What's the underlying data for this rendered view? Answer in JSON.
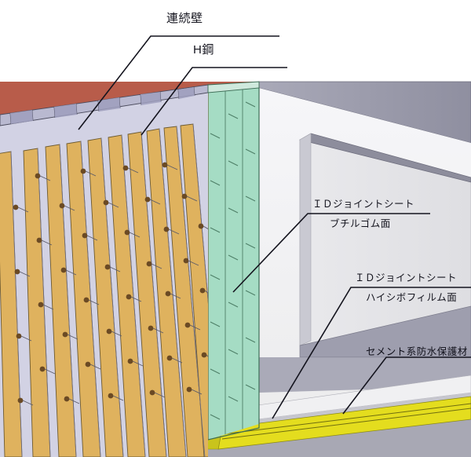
{
  "diagram": {
    "title_labels": {
      "continuous_wall": "連続壁",
      "h_steel": "H鋼"
    },
    "callouts": [
      {
        "id": "id-joint-sheet-butyl",
        "line1": "ＩＤジョイントシート",
        "line2": "ブチルゴム面"
      },
      {
        "id": "id-joint-sheet-film",
        "line1": "ＩＤジョイントシート",
        "line2": "ハイシボフィルム面"
      }
    ],
    "cement_protection": "セメント系防水保護材",
    "colors": {
      "ground_soil": "#b85c4a",
      "wall_panel_lavender": "#d2d2e4",
      "h_steel_orange": "#dfb25e",
      "joint_sheet_green": "#a5dcc4",
      "concrete_white": "#f3f3f6",
      "concrete_gray": "#9c9cac",
      "floor_gray": "#a8a8b4",
      "yellow_strip": "#e4dd1e",
      "fastener_brown": "#6b4a24",
      "outline": "#14141e"
    },
    "geometry": {
      "wall_stripe_pairs": 10,
      "joint_sheet_panels": 3,
      "sky_band_height": 104
    }
  }
}
